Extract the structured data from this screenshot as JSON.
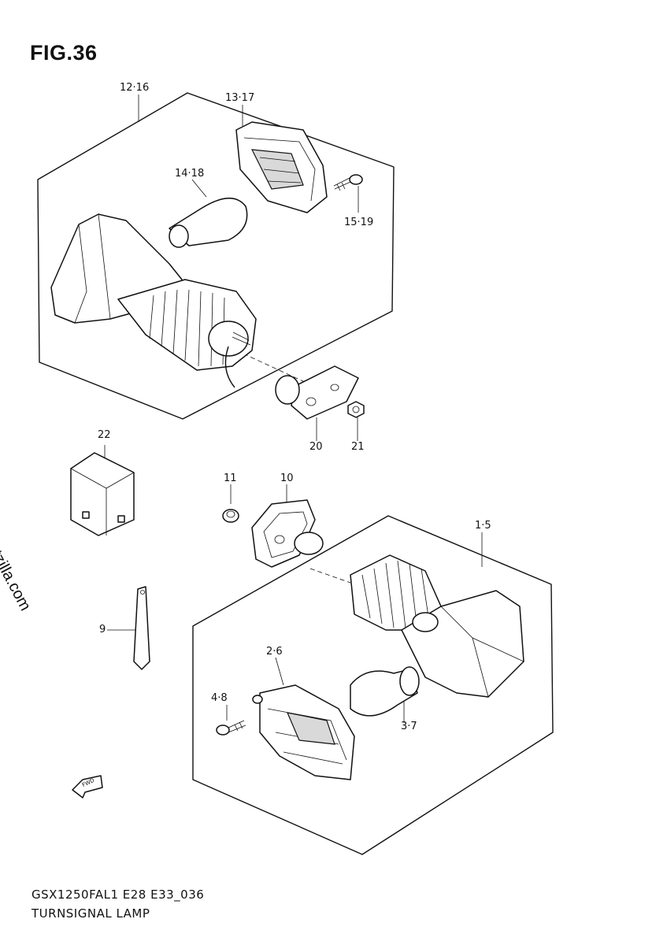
{
  "figure": {
    "title": "FIG.36"
  },
  "callouts": {
    "c12_16": "12·16",
    "c13_17": "13·17",
    "c14_18": "14·18",
    "c15_19": "15·19",
    "c20": "20",
    "c21": "21",
    "c22": "22",
    "c11": "11",
    "c10": "10",
    "c1_5": "1·5",
    "c9": "9",
    "c2_6": "2·6",
    "c4_8": "4·8",
    "c3_7": "3·7"
  },
  "fwd_label": "FWD",
  "watermark": "© Partzilla.com",
  "footer": {
    "code": "GSX1250FAL1 E28 E33_036",
    "name": "TURNSIGNAL LAMP"
  }
}
